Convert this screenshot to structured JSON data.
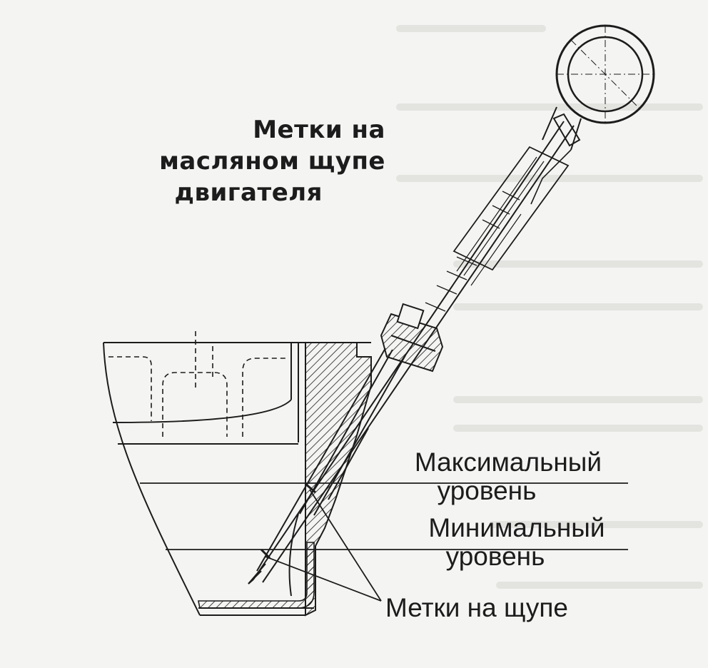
{
  "labels": {
    "title": [
      "Метки на",
      "масляном щупе",
      "двигателя"
    ],
    "max_level": [
      "Максимальный",
      "уровень"
    ],
    "min_level": [
      "Минимальный",
      "уровень"
    ],
    "dipstick_marks": "Метки на щупе"
  },
  "colors": {
    "ink": "#1c1c1c",
    "paper": "#f4f4f2",
    "faint": "#d9d9d6"
  }
}
